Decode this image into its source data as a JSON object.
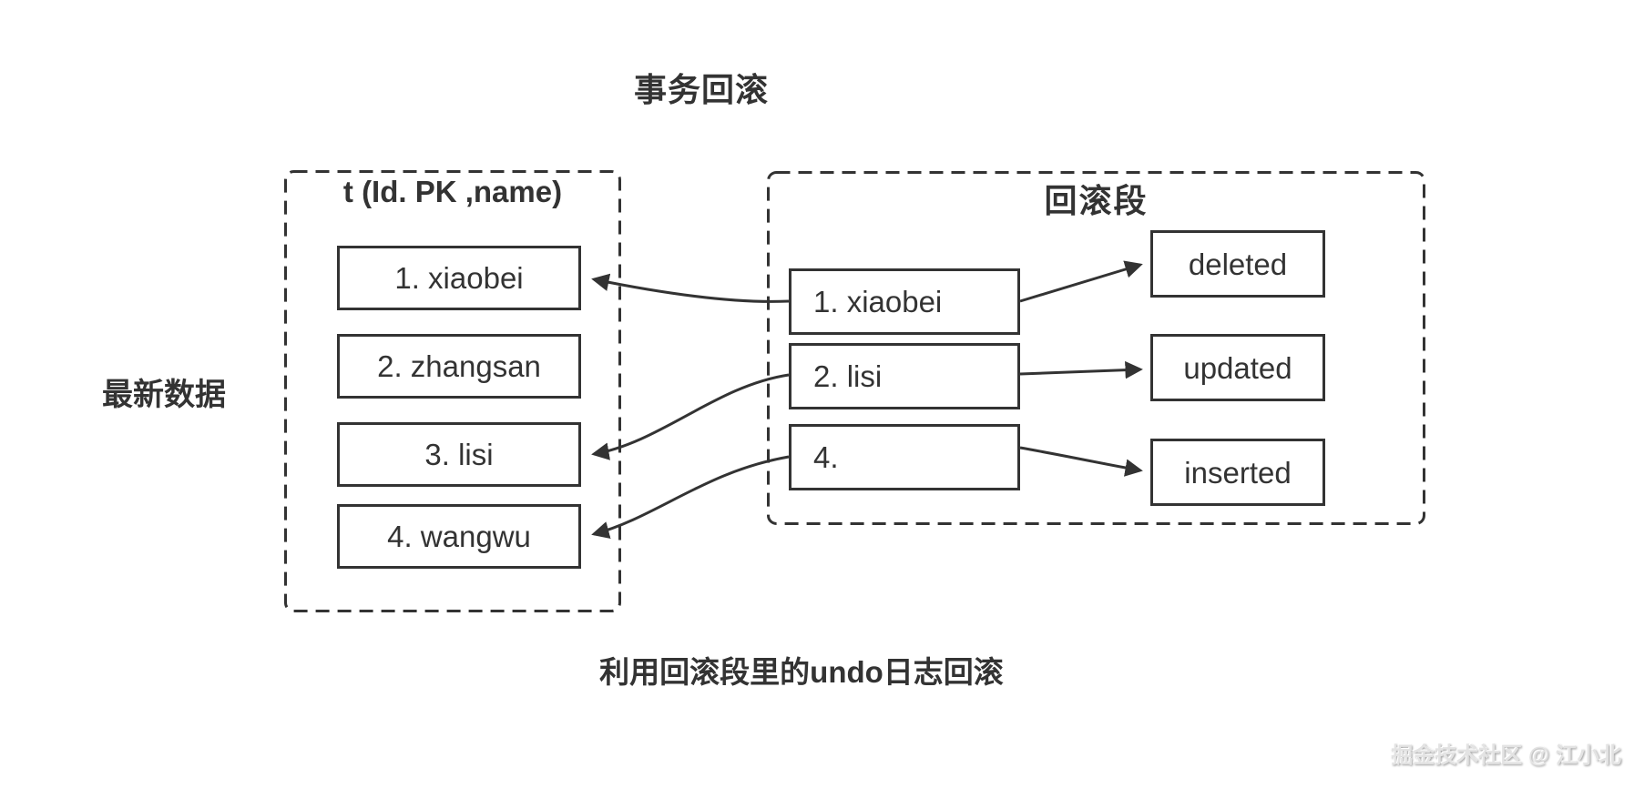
{
  "title": "事务回滚",
  "caption": "利用回滚段里的undo日志回滚",
  "side_label": "最新数据",
  "watermark": "掘金技术社区 @ 江小北",
  "left_table": {
    "header": "t  (Id. PK ,name)",
    "rows": [
      "1. xiaobei",
      "2. zhangsan",
      "3. lisi",
      "4. wangwu"
    ]
  },
  "rollback_segment": {
    "header": "回滚段",
    "rows": [
      "1. xiaobei",
      "2. lisi",
      "4."
    ],
    "statuses": [
      "deleted",
      "updated",
      "inserted"
    ]
  },
  "colors": {
    "stroke": "#333333",
    "text": "#333333",
    "background": "#ffffff",
    "watermark": "#e3e3e3"
  }
}
